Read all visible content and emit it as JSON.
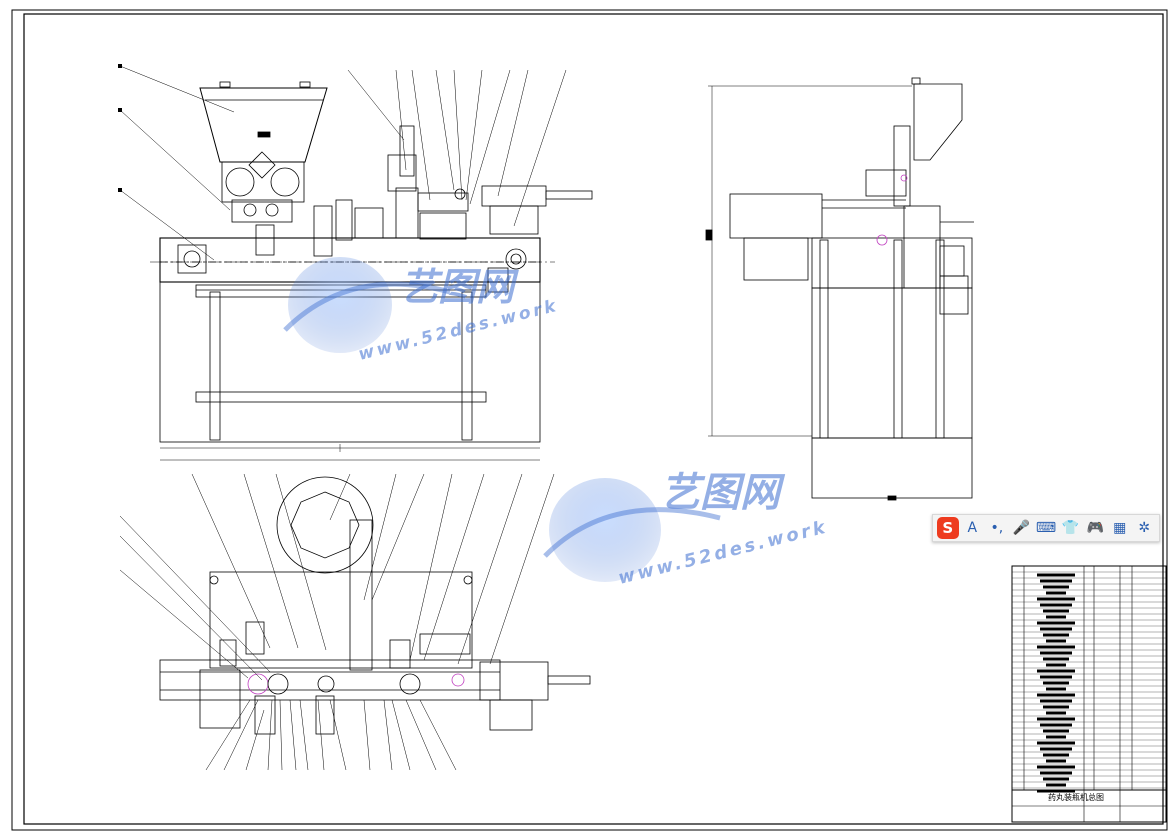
{
  "watermark": {
    "brand": "艺图网",
    "url": "www.52des.work",
    "color": "#3d6fd1"
  },
  "title_block": {
    "drawing_title": "药丸装瓶机总图"
  },
  "ime_toolbar": {
    "logo": "S",
    "buttons": [
      {
        "name": "ime-language-button",
        "icon": "A"
      },
      {
        "name": "ime-punctuation-button",
        "icon": "•,"
      },
      {
        "name": "ime-voice-button",
        "icon": "🎤"
      },
      {
        "name": "ime-keyboard-button",
        "icon": "⌨"
      },
      {
        "name": "ime-skin-button",
        "icon": "👕"
      },
      {
        "name": "ime-game-button",
        "icon": "🎮"
      },
      {
        "name": "ime-toolbox-button",
        "icon": "▦"
      },
      {
        "name": "ime-settings-button",
        "icon": "✲"
      }
    ]
  }
}
